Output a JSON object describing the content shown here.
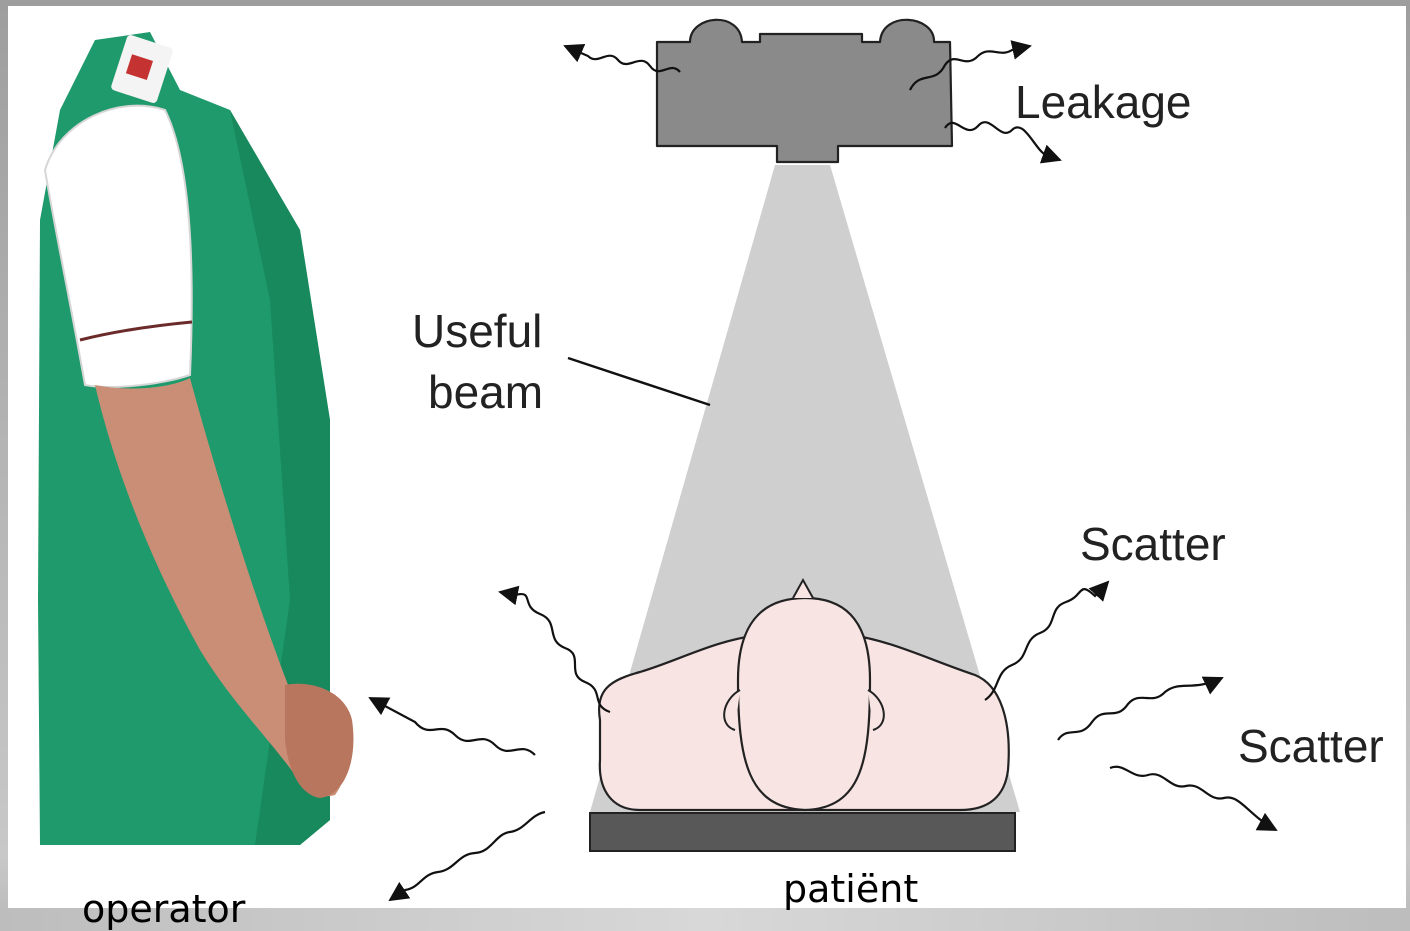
{
  "labels": {
    "leakage": "Leakage",
    "useful_beam_line1": "Useful",
    "useful_beam_line2": "beam",
    "scatter_1": "Scatter",
    "scatter_2": "Scatter",
    "operator": "operator",
    "patient": "patiënt"
  },
  "colors": {
    "apron": "#1f9a6c",
    "apron_dark": "#137a52",
    "skin": "#c98e75",
    "beam": "#cfcfcf",
    "tube": "#8a8a8a",
    "patient_fill": "#f9e4e4",
    "table": "#585858"
  },
  "icons": [
    "xray-tube-icon",
    "lead-apron-operator-icon",
    "patient-body-icon"
  ]
}
